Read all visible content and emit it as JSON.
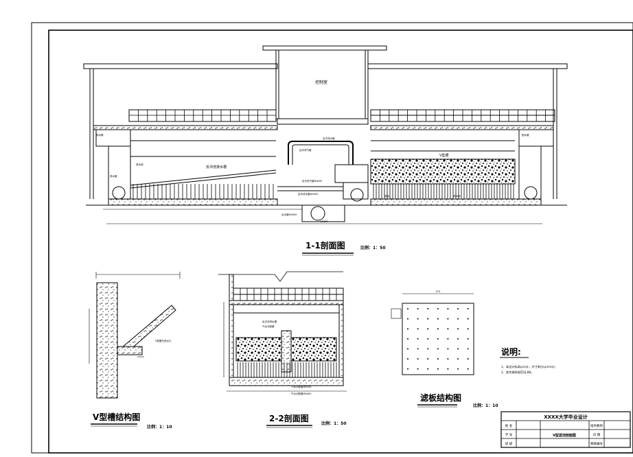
{
  "section_1_1": {
    "title": "1-1剖面图",
    "scale": "比例：1：50",
    "labels": {
      "control_room": "控制室",
      "backwash_trough": "反冲洗排水槽",
      "v_trough": "V型槽",
      "left_1": "排水渠",
      "left_2": "排水阀",
      "left_3": "排水管",
      "pipe_1": "反冲洗水管",
      "pipe_2": "反冲洗气管",
      "pipe_3": "反冲洗气管DN200",
      "pipe_4": "反冲洗水管DN400",
      "bottom_1": "出水管DN500",
      "filter_plate": "滤板",
      "right_1": "配水管",
      "right_2": "排水阀",
      "dim_total": "11800"
    }
  },
  "v_trough_detail": {
    "title": "V型槽结构图",
    "scale": "比例：1：10",
    "label": "V型槽扫洗水孔"
  },
  "section_2_2": {
    "title": "2-2剖面图",
    "scale": "比例：1：50",
    "labels": {
      "l1": "反冲洗排水槽",
      "l2": "气水分配渠",
      "l3": "气水分配管DN200",
      "l4": "气水分配管DN400"
    }
  },
  "filter_plate_detail": {
    "title": "滤板结构图",
    "scale": "比例：1：10",
    "dim": "970"
  },
  "notes": {
    "title": "说明:",
    "line1": "1、本设计标高以m计，尺寸单位以mm计；",
    "line2": "2、其余按照规范GJ-88。"
  },
  "title_block": {
    "school": "XXXX大学毕业设计",
    "name_label": "姓 名",
    "id_label": "学 号",
    "class_label": "班 级",
    "drawing_title": "V型滤池剖面图",
    "advisor_label": "指导教师",
    "date_label": "日 期",
    "drawing_no_label": "图纸编号"
  }
}
